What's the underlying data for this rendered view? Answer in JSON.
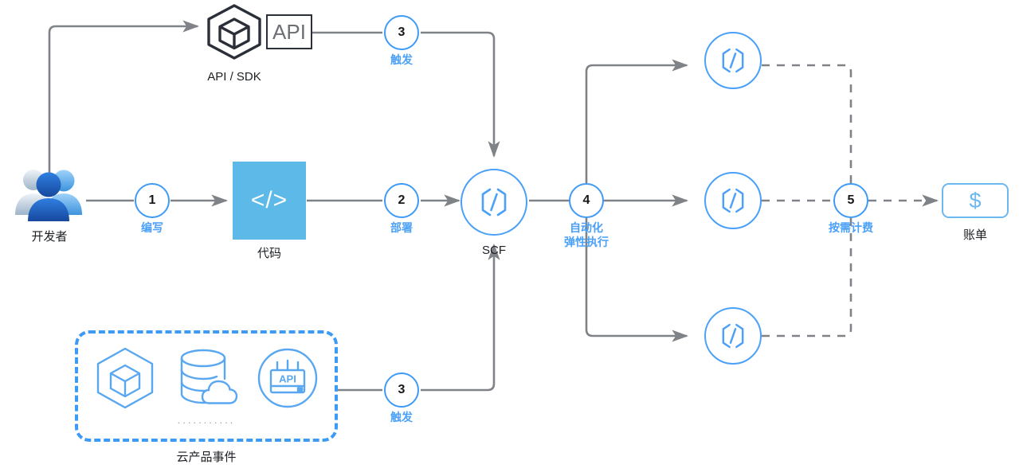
{
  "diagram": {
    "title": "Serverless Cloud Function (SCF) workflow",
    "colors": {
      "accent_blue": "#3d9bf5",
      "label_blue": "#4ba0f7",
      "code_block_fill": "#5cb9e8",
      "line_gray": "#7f8287",
      "dark_navy": "#2b2f38",
      "text_dark": "#1c1f23"
    }
  },
  "nodes": {
    "developer": {
      "caption": "开发者",
      "icon": "people-group-icon"
    },
    "api_sdk": {
      "caption": "API / SDK",
      "icon": "cube-icon",
      "box_label": "API"
    },
    "code": {
      "caption": "代码",
      "glyph": "</>"
    },
    "scf": {
      "caption": "SCF",
      "glyph": "code-hexagon-icon"
    },
    "cloud_events": {
      "caption": "云产品事件",
      "dots": "...........",
      "icons": [
        "hexagon-cube-icon",
        "database-cloud-icon",
        "api-gateway-icon"
      ]
    },
    "functions": [
      {
        "name": "function-instance-top",
        "glyph": "code-hexagon-icon"
      },
      {
        "name": "function-instance-middle",
        "glyph": "code-hexagon-icon"
      },
      {
        "name": "function-instance-bottom",
        "glyph": "code-hexagon-icon"
      }
    ],
    "bill": {
      "caption": "账单",
      "glyph": "$"
    }
  },
  "steps": [
    {
      "number": "1",
      "label": "编写"
    },
    {
      "number": "2",
      "label": "部署"
    },
    {
      "number": "3",
      "label": "触发"
    },
    {
      "number": "3",
      "label": "触发"
    },
    {
      "number": "4",
      "label": "自动化\n弹性执行",
      "line1": "自动化",
      "line2": "弹性执行"
    },
    {
      "number": "5",
      "label": "按需计费"
    }
  ]
}
